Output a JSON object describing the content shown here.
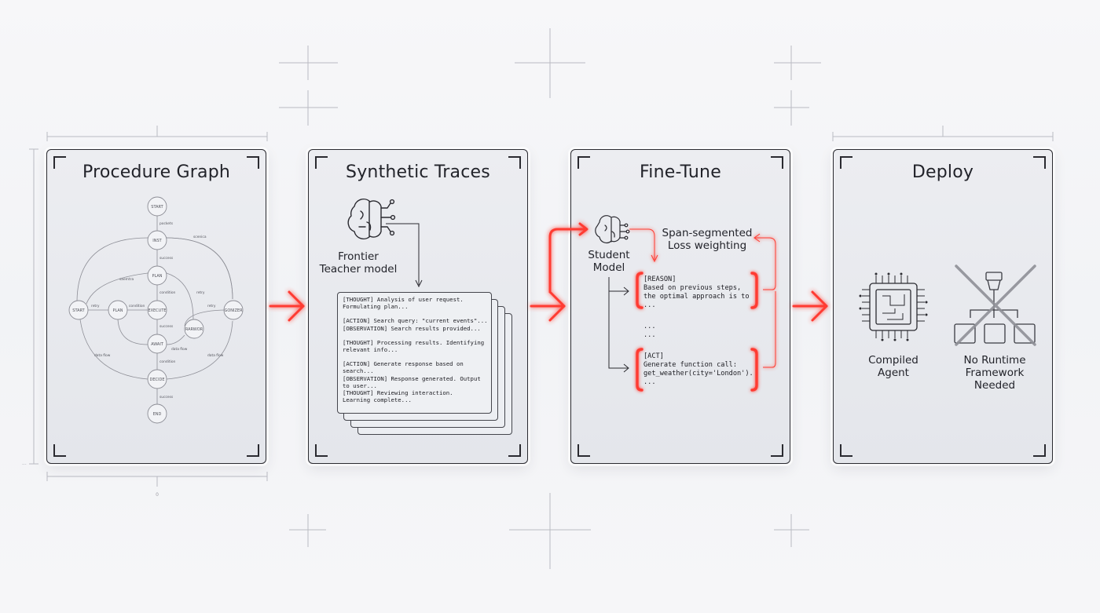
{
  "panels": {
    "procedure_graph": {
      "title": "Procedure Graph",
      "nodes": [
        "START",
        "INST",
        "PLAN",
        "EXECUTE",
        "AWAIT",
        "DECIDE",
        "END",
        "START",
        "PLAN",
        "RARWOR",
        "GONIZER"
      ],
      "edge_labels": [
        "pockets",
        "success",
        "saemtra",
        "condition",
        "condition",
        "retry",
        "retry",
        "retry",
        "success",
        "data flow",
        "data flow",
        "condition",
        "data flow",
        "success",
        "scenica"
      ]
    },
    "synthetic_traces": {
      "title": "Synthetic Traces",
      "teacher_label": [
        "Frontier",
        "Teacher model"
      ],
      "trace_lines": [
        "[THOUGHT] Analysis of user request.",
        "Formulating plan...",
        "",
        "[ACTION] Search query: \"current events\"...",
        "[OBSERVATION] Search results provided...",
        "",
        "[THOUGHT] Processing results. Identifying",
        "relevant info...",
        "",
        "[ACTION] Generate response based on",
        "search...",
        "[OBSERVATION] Response generated. Output",
        "to user...",
        "[THOUGHT] Reviewing interaction.",
        "Learning complete..."
      ]
    },
    "fine_tune": {
      "title": "Fine-Tune",
      "student_label": [
        "Student",
        "Model"
      ],
      "loss_label": [
        "Span-segmented",
        "Loss weighting"
      ],
      "reason_block": [
        "[REASON]",
        "Based on previous steps,",
        "the optimal approach is to",
        "..."
      ],
      "ellipsis": [
        "...",
        "..."
      ],
      "act_block": [
        "[ACT]",
        "Generate function call:",
        "get_weather(city='London').",
        "..."
      ]
    },
    "deploy": {
      "title": "Deploy",
      "compiled_label": [
        "Compiled",
        "Agent"
      ],
      "no_framework_label": [
        "No Runtime",
        "Framework",
        "Needed"
      ]
    }
  },
  "colors": {
    "accent_red": "#ff3b30",
    "border": "#2a2a30",
    "panel_bg": "#e8e9ed"
  },
  "icons": [
    "brain-circuit-icon",
    "brain-circuit-icon",
    "chip-icon",
    "flowchart-crossed-icon",
    "arrow-right-icon"
  ],
  "axis_marks": [
    "0",
    "..."
  ]
}
